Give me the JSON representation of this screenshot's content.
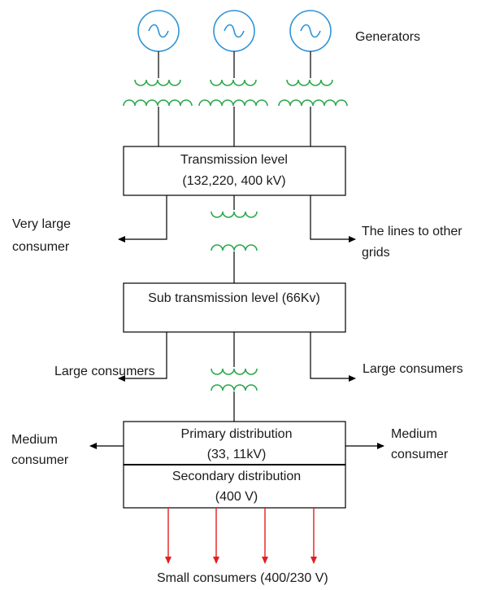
{
  "labels": {
    "generators": "Generators",
    "transmission_line1": "Transmission level",
    "transmission_line2": "(132,220, 400 kV)",
    "very_large_line1": "Very large",
    "very_large_line2": "consumer",
    "other_grids_line1": "The lines to other",
    "other_grids_line2": "grids",
    "subtransmission": "Sub transmission level (66Kv)",
    "large_left": "Large consumers",
    "large_right": "Large consumers",
    "medium_left_line1": "Medium",
    "medium_left_line2": "consumer",
    "medium_right_line1": "Medium",
    "medium_right_line2": "consumer",
    "primary_line1": "Primary distribution",
    "primary_line2": "(33, 11kV)",
    "secondary_line1": "Secondary distribution",
    "secondary_line2": "(400 V)",
    "small_consumers": "Small consumers (400/230 V)"
  },
  "colors": {
    "generator": "#2f93d6",
    "transformer": "#2aa84a",
    "feeder_arrow": "#e02020",
    "line": "#000000"
  },
  "icons": {
    "generator": "ac-generator-icon",
    "transformer": "transformer-coil-icon"
  }
}
